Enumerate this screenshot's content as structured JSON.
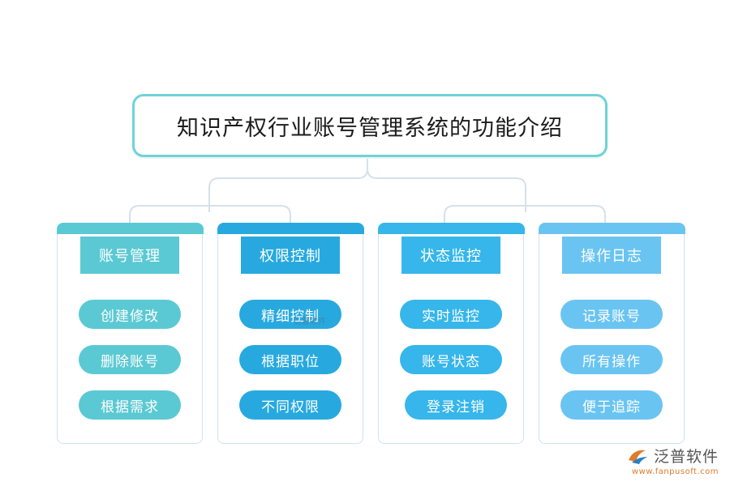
{
  "title": "知识产权行业账号管理系统的功能介绍",
  "colors": {
    "title_border": "#6fd3d8",
    "connector": "#d5e1ea",
    "col_border": "#cfe3ee"
  },
  "columns": [
    {
      "header": "账号管理",
      "color": "#5bc9d3",
      "items": [
        "创建修改",
        "删除账号",
        "根据需求"
      ]
    },
    {
      "header": "权限控制",
      "color": "#27a9df",
      "items": [
        "精细控制",
        "根据职位",
        "不同权限"
      ]
    },
    {
      "header": "状态监控",
      "color": "#36b6ea",
      "items": [
        "实时监控",
        "账号状态",
        "登录注销"
      ]
    },
    {
      "header": "操作日志",
      "color": "#6ac4f2",
      "items": [
        "记录账号",
        "所有操作",
        "便于追踪"
      ]
    }
  ],
  "watermark": "泛普软件",
  "logo": {
    "name": "泛普软件",
    "url": "www.fanpusoft.com",
    "icon": "fanpu-logo-icon"
  }
}
